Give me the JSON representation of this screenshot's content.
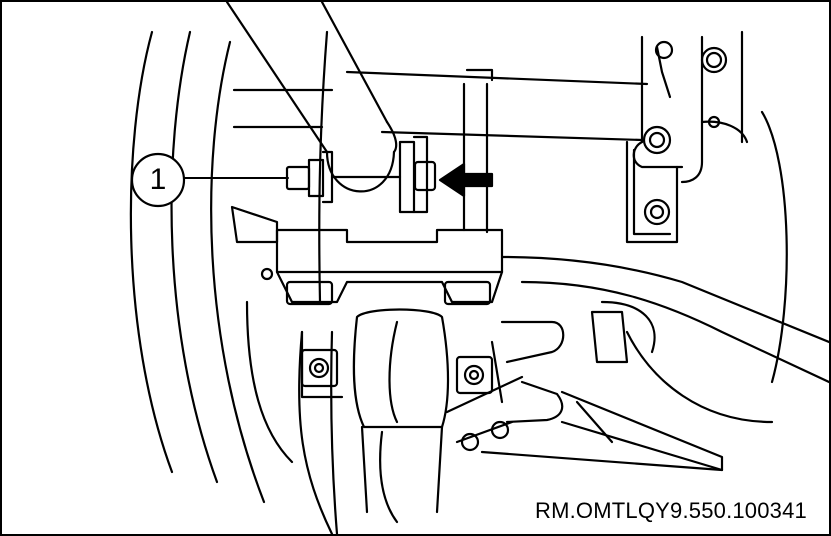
{
  "figure": {
    "callout_label": "1",
    "reference_code": "RM.OMTLQY9.550.100341",
    "line_color": "#000000",
    "background_color": "#ffffff"
  },
  "icons": {
    "pointer": "arrow-left-icon",
    "callout": "numbered-circle-callout"
  }
}
